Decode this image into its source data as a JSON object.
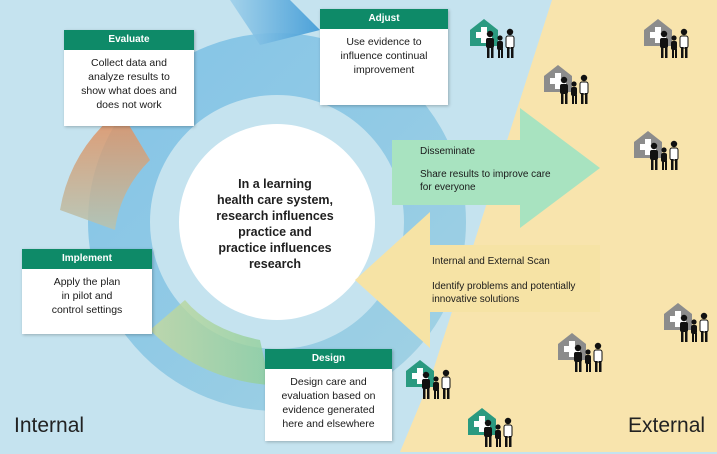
{
  "center_text": "In a learning\nhealth care system,\nresearch influences\npractice and\npractice influences\nresearch",
  "cards": {
    "adjust": {
      "title": "Adjust",
      "body": "Use evidence to\ninfluence continual\nimprovement"
    },
    "evaluate": {
      "title": "Evaluate",
      "body": "Collect data and\nanalyze results to\nshow what does and\ndoes not work"
    },
    "implement": {
      "title": "Implement",
      "body": "Apply the plan\nin pilot and\ncontrol settings"
    },
    "design": {
      "title": "Design",
      "body": "Design care and\nevaluation based on\nevidence generated\nhere and elsewhere"
    }
  },
  "arrows": {
    "disseminate": {
      "title": "Disseminate",
      "body": "Share results to improve care\nfor everyone"
    },
    "scan": {
      "title": "Internal and External Scan",
      "body": "Identify problems and potentially\ninnovative solutions"
    }
  },
  "labels": {
    "internal": "Internal",
    "external": "External"
  },
  "colors": {
    "internal_bg": "#c5e3ef",
    "external_bg": "#f8e4ad",
    "card_header": "#0e8a68",
    "disseminate_arrow": "#a8e3c0",
    "scan_arrow": "#f6e3a5",
    "house_internal": "#2a9a80",
    "house_external": "#8c8c8c"
  },
  "icons": [
    "house-with-cross-icon",
    "family-with-doctor-icon"
  ]
}
